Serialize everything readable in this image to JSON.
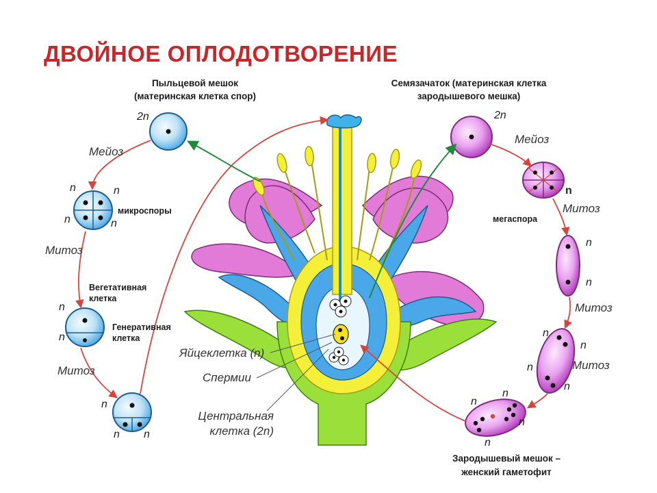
{
  "title": "ДВОЙНОЕ ОПЛОДОТВОРЕНИЕ",
  "left_header": {
    "line1": "Пыльцевой мешок",
    "line2": "(материнская клетка спор)"
  },
  "right_header": {
    "line1": "Семязачаток (материнская клетка",
    "line2": "зародышевого мешка)"
  },
  "left_cycle": {
    "ploidy_2n": "2n",
    "meiosis": "Мейоз",
    "mitosis1": "Митоз",
    "mitosis2": "Митоз",
    "microspores": "микроспоры",
    "vegetative": {
      "line1": "Вегетативная",
      "line2": "клетка"
    },
    "generative": {
      "line1": "Генеративная",
      "line2": "клетка"
    },
    "n": "n"
  },
  "right_cycle": {
    "ploidy_2n": "2n",
    "meiosis": "Мейоз",
    "mitosis1": "Митоз",
    "mitosis2": "Митоз",
    "mitosis3": "Митоз",
    "megaspore": "мегаспора",
    "n": "n"
  },
  "flower_labels": {
    "egg": "Яйцеклетка (n)",
    "sperm": "Спермии",
    "central": {
      "line1": "Центральная",
      "line2": "клетка (2n)"
    }
  },
  "bottom_label": {
    "line1": "Зародышевый мешок –",
    "line2": "женский гаметофит"
  },
  "colors": {
    "title": "#c8262a",
    "arrow_red": "#d8443c",
    "arrow_green": "#1f8a3a",
    "cell_blue": "#bfe3f5",
    "cell_pink": "#e9a3ee",
    "petal_pink": "#e27ad8",
    "sepal_blue": "#4aa7e8",
    "receptacle_green": "#9be03a",
    "ovary_yellow": "#f4f03a"
  }
}
